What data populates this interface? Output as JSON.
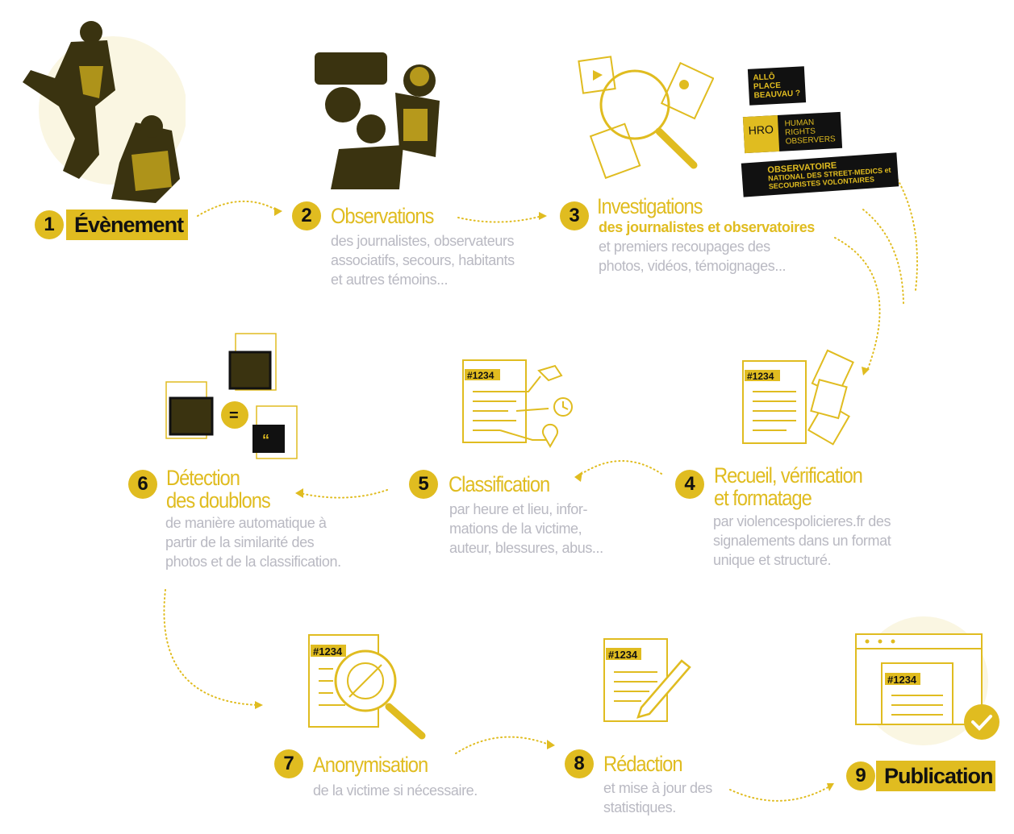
{
  "colors": {
    "accent": "#e0bc20",
    "text_gray": "#b9b9c2",
    "dark": "#111111"
  },
  "steps": [
    {
      "number": "1",
      "title": "Évènement"
    },
    {
      "number": "2",
      "title": "Observations",
      "description": [
        "des journalistes, observateurs",
        "associatifs, secours, habitants",
        "et autres témoins..."
      ]
    },
    {
      "number": "3",
      "title": "Investigations",
      "subtitle": "des journalistes et observatoires",
      "description": [
        "et premiers recoupages des",
        "photos, vidéos, témoignages..."
      ]
    },
    {
      "number": "4",
      "title": [
        "Recueil, vérification",
        "et formatage"
      ],
      "description": [
        "par violencespolicieres.fr des",
        "signalements dans un format",
        "unique et structuré."
      ]
    },
    {
      "number": "5",
      "title": "Classification",
      "description": [
        "par heure et lieu, infor-",
        "mations de la victime,",
        "auteur, blessures, abus..."
      ]
    },
    {
      "number": "6",
      "title": [
        "Détection",
        "des doublons"
      ],
      "description": [
        "de manière automatique à",
        "partir de la similarité des",
        "photos et de la classification."
      ]
    },
    {
      "number": "7",
      "title": "Anonymisation",
      "description": [
        "de la victime si nécessaire."
      ]
    },
    {
      "number": "8",
      "title": "Rédaction",
      "description": [
        "et mise à jour des",
        "statistiques."
      ]
    },
    {
      "number": "9",
      "title": "Publication"
    }
  ],
  "logos": {
    "allo": [
      "ALLÔ",
      "PLACE",
      "BEAUVAU  ?"
    ],
    "hro": {
      "mark": "HRO",
      "text": [
        "HUMAN",
        "RIGHTS",
        "OBSERVERS"
      ]
    },
    "obs": [
      "OBSERVATOIRE",
      "NATIONAL DES STREET-MEDICS et",
      "SECOURISTES VOLONTAIRES"
    ]
  },
  "tag": "#1234",
  "icons": [
    "protest-illustration",
    "camera-crew-illustration",
    "magnifier-icon",
    "document-icon",
    "tag-icon",
    "clock-icon",
    "location-pin-icon",
    "equals-icon",
    "quote-icon",
    "pen-icon",
    "browser-window-icon",
    "check-icon"
  ]
}
